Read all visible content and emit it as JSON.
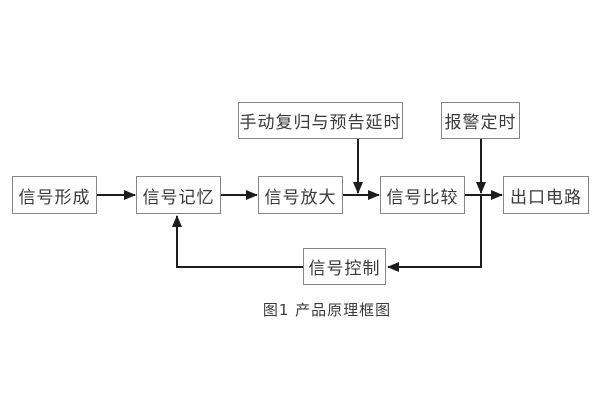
{
  "diagram": {
    "title": "产品原理框图",
    "caption": "图1 产品原理框图",
    "nodes": {
      "signal_formation": "信号形成",
      "signal_memory": "信号记忆",
      "signal_amplification": "信号放大",
      "signal_comparison": "信号比较",
      "output_circuit": "出口电路",
      "manual_reset_delay": "手动复归与预告延时",
      "alarm_timing": "报警定时",
      "signal_control": "信号控制"
    },
    "edges": [
      {
        "from": "signal_formation",
        "to": "signal_memory",
        "type": "arrow"
      },
      {
        "from": "signal_memory",
        "to": "signal_amplification",
        "type": "arrow"
      },
      {
        "from": "signal_amplification",
        "to": "signal_comparison",
        "type": "arrow"
      },
      {
        "from": "signal_comparison",
        "to": "output_circuit",
        "type": "arrow"
      },
      {
        "from": "manual_reset_delay",
        "to": "signal_amplification-signal_comparison-link",
        "type": "arrow-down"
      },
      {
        "from": "alarm_timing",
        "to": "signal_comparison-output_circuit-link",
        "type": "arrow-down"
      },
      {
        "from": "signal_comparison-output_circuit-link",
        "to": "signal_control",
        "type": "arrow-left-feedback"
      },
      {
        "from": "signal_control",
        "to": "signal_memory",
        "type": "arrow-up-feedback"
      }
    ],
    "colors": {
      "background": "#ffffff",
      "box_border": "#868686",
      "text": "#3a3a3a",
      "line": "#1d1d1d"
    }
  }
}
